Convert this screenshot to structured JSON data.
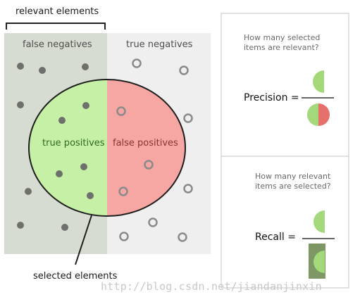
{
  "left_panel": {
    "bracket_label": "relevant elements",
    "false_negatives_label": "false negatives",
    "true_negatives_label": "true negatives",
    "true_positives_label": "true positives",
    "false_positives_label": "false positives",
    "selected_label": "selected elements",
    "colors": {
      "relevant_region": "#d7dcd2",
      "nonrelevant_region": "#efefef",
      "true_positive_fill": "#c5f0a6",
      "false_positive_fill": "#f6a7a3",
      "relevant_dot": "#6e706c",
      "nonrelevant_ring": "#8a8a8a"
    }
  },
  "precision_panel": {
    "question_line1": "How many selected",
    "question_line2": "items are relevant?",
    "formula_label": "Precision ="
  },
  "recall_panel": {
    "question_line1": "How many relevant",
    "question_line2": "items are selected?",
    "formula_label": "Recall ="
  },
  "watermark": "http://blog.csdn.net/jiandanjinxin"
}
